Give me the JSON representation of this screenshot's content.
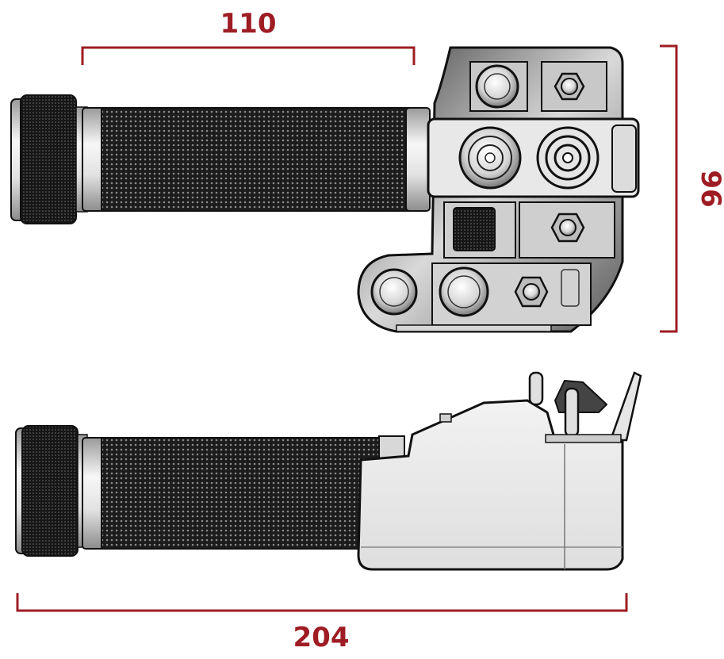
{
  "dimensions": {
    "grip_length": "110",
    "total_height": "96",
    "total_length": "204"
  },
  "colors": {
    "dimension": "#9e1c23",
    "grip": "#1c1c1c",
    "body_fill": "#ebebeb",
    "outline": "#111111",
    "chrome": "#dcdcdc"
  }
}
